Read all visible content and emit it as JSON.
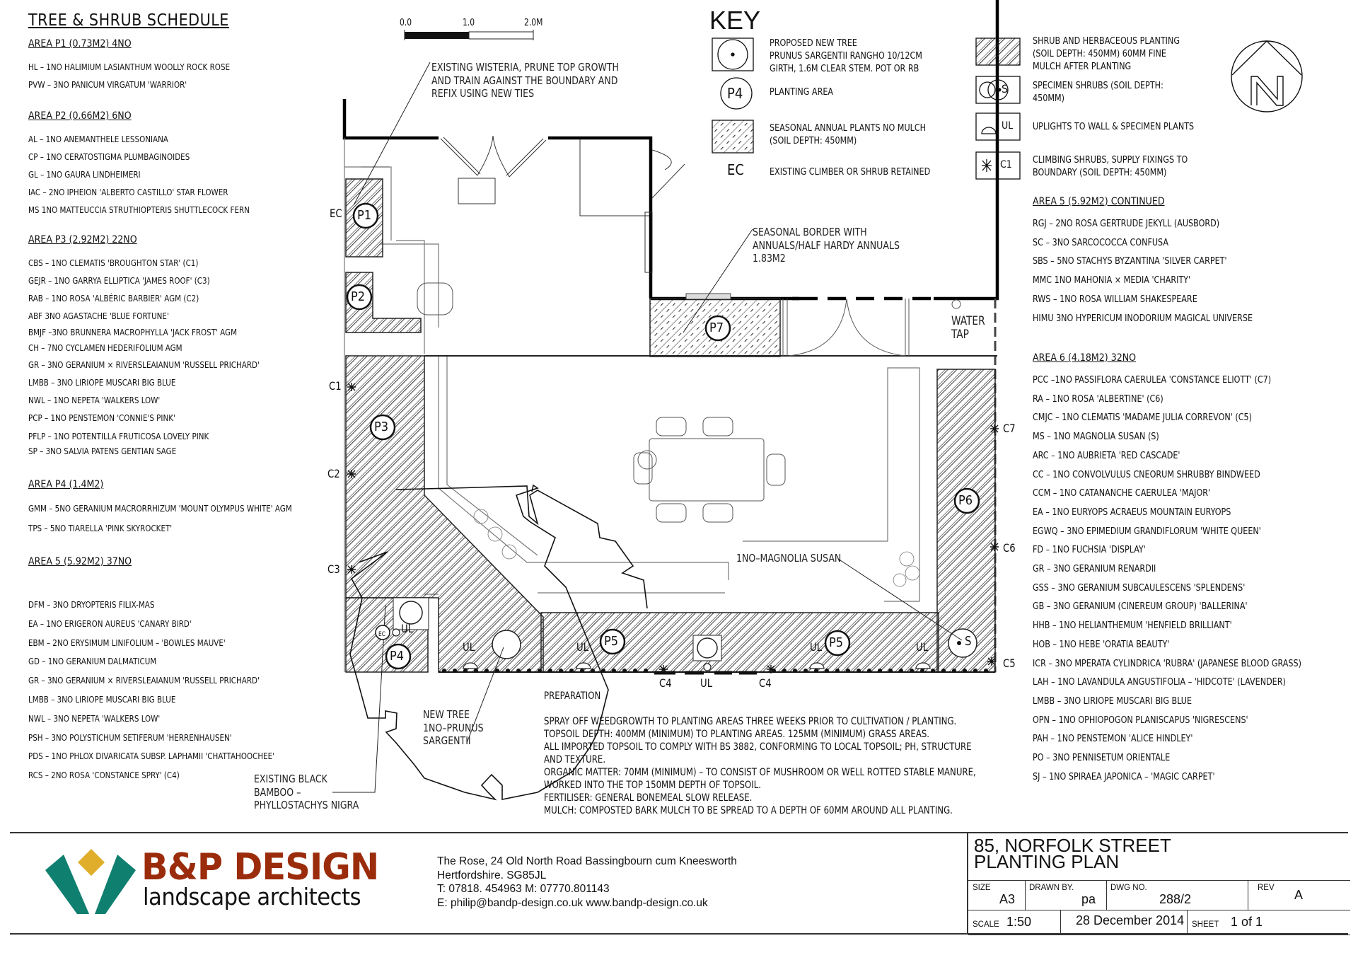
{
  "schedule": {
    "title": "TREE & SHRUB SCHEDULE",
    "left_groups": [
      {
        "heading": "AREA P1 (0.73M2) 4NO",
        "items": [
          "HL – 1NO HALIMIUM LASIANTHUM WOOLLY ROCK ROSE",
          "PVW – 3NO PANICUM VIRGATUM 'WARRIOR'"
        ]
      },
      {
        "heading": "AREA P2 (0.66M2) 6NO",
        "items": [
          "AL – 1NO ANEMANTHELE LESSONIANA",
          "CP – 1NO CERATOSTIGMA PLUMBAGINOIDES",
          "GL – 1NO GAURA LINDHEIMERI",
          "IAC – 2NO IPHEION 'ALBERTO CASTILLO' STAR FLOWER",
          "MS    1NO MATTEUCCIA STRUTHIOPTERIS SHUTTLECOCK FERN"
        ]
      },
      {
        "heading": "AREA P3 (2.92M2) 22NO",
        "items": [
          "CBS – 1NO CLEMATIS 'BROUGHTON STAR' (C1)",
          "GEJR – 1NO GARRYA ELLIPTICA 'JAMES ROOF' (C3)",
          "RAB – 1NO ROSA 'ALBÉRIC BARBIER' AGM (C2)",
          "ABF   3NO AGASTACHE 'BLUE FORTUNE'",
          "BMJF –3NO BRUNNERA MACROPHYLLA 'JACK FROST' AGM",
          "CH – 7NO CYCLAMEN HEDERIFOLIUM AGM",
          "GR – 3NO GERANIUM × RIVERSLEAIANUM 'RUSSELL PRICHARD'",
          "LMBB – 3NO LIRIOPE MUSCARI BIG BLUE",
          "NWL – 1NO NEPETA 'WALKERS LOW'",
          "PCP – 1NO PENSTEMON 'CONNIE'S PINK'",
          "PFLP – 1NO POTENTILLA FRUTICOSA LOVELY PINK",
          "SP – 3NO SALVIA PATENS GENTIAN SAGE"
        ]
      },
      {
        "heading": "AREA P4 (1.4M2)",
        "items": [
          "GMM – 5NO GERANIUM MACRORRHIZUM 'MOUNT OLYMPUS WHITE' AGM",
          "TPS – 5NO TIARELLA 'PINK SKYROCKET'"
        ]
      },
      {
        "heading": "AREA 5 (5.92M2) 37NO",
        "items": [
          "DFM – 3NO DRYOPTERIS FILIX-MAS",
          "EA – 1NO ERIGERON AUREUS 'CANARY BIRD'",
          "EBM – 2NO ERYSIMUM LINIFOLIUM – 'BOWLES MAUVE'",
          "GD – 1NO GERANIUM DALMATICUM",
          "GR – 3NO GERANIUM × RIVERSLEAIANUM 'RUSSELL PRICHARD'",
          "LMBB – 3NO LIRIOPE MUSCARI BIG BLUE",
          "NWL – 3NO NEPETA 'WALKERS LOW'",
          "PSH – 3NO POLYSTICHUM SETIFERUM 'HERRENHAUSEN'",
          "PDS – 1NO PHLOX DIVARICATA SUBSP. LAPHAMII 'CHATTAHOOCHEE'",
          "RCS – 2NO ROSA 'CONSTANCE SPRY' (C4)"
        ]
      }
    ],
    "right_groups": [
      {
        "heading": "AREA 5 (5.92M2) CONTINUED",
        "items": [
          "RGJ – 2NO ROSA GERTRUDE JEKYLL (AUSBORD)",
          "SC – 3NO SARCOCOCCA CONFUSA",
          "SBS – 5NO STACHYS BYZANTINA 'SILVER CARPET'",
          "MMC  1NO MAHONIA × MEDIA 'CHARITY'",
          "RWS – 1NO ROSA WILLIAM SHAKESPEARE",
          "HIMU 3NO HYPERICUM INODORIUM MAGICAL UNIVERSE"
        ]
      },
      {
        "heading": "AREA 6 (4.18M2) 32NO",
        "items": [
          "PCC –1NO PASSIFLORA CAERULEA 'CONSTANCE ELIOTT'   (C7)",
          "RA – 1NO ROSA 'ALBERTINE' (C6)",
          "CMJC – 1NO CLEMATIS 'MADAME JULIA CORREVON' (C5)",
          "MS – 1NO MAGNOLIA SUSAN (S)",
          "ARC – 1NO AUBRIETA 'RED CASCADE'",
          "CC – 1NO CONVOLVULUS CNEORUM SHRUBBY BINDWEED",
          "CCM – 1NO CATANANCHE CAERULEA 'MAJOR'",
          "EA – 1NO EURYOPS ACRAEUS MOUNTAIN EURYOPS",
          "EGWQ – 3NO EPIMEDIUM GRANDIFLORUM 'WHITE QUEEN'",
          "FD – 1NO FUCHSIA 'DISPLAY'",
          "GR – 3NO GERANIUM RENARDII",
          "GSS – 3NO GERANIUM SUBCAULESCENS 'SPLENDENS'",
          "GB – 3NO GERANIUM (CINEREUM GROUP) 'BALLERINA'",
          "HHB – 1NO HELIANTHEMUM 'HENFIELD BRILLIANT'",
          "HOB – 1NO HEBE 'ORATIA BEAUTY'",
          "ICR  – 3NO MPERATA CYLINDRICA 'RUBRA' (JAPANESE BLOOD GRASS)",
          "LAH – 1NO LAVANDULA ANGUSTIFOLIA – 'HIDCOTE' (LAVENDER)",
          "LMBB – 3NO LIRIOPE MUSCARI BIG BLUE",
          "OPN – 1NO OPHIOPOGON PLANISCAPUS 'NIGRESCENS'",
          "PAH – 1NO PENSTEMON 'ALICE HINDLEY'",
          "PO – 3NO PENNISETUM ORIENTALE",
          "SJ – 1NO SPIRAEA JAPONICA – 'MAGIC CARPET'"
        ]
      }
    ]
  },
  "scale_bar": {
    "ticks": [
      "0.0",
      "1.0",
      "2.0M"
    ]
  },
  "key": {
    "title": "KEY",
    "entries": [
      {
        "symbol": "tree-icon",
        "text": [
          "PROPOSED NEW TREE",
          "PRUNUS SARGENTII RANGHO 10/12CM",
          "GIRTH, 1.6M CLEAR STEM. POT OR RB"
        ]
      },
      {
        "symbol": "planting-area-icon",
        "symbol_label": "P4",
        "text": [
          "PLANTING AREA"
        ]
      },
      {
        "symbol": "seasonal-hatch-icon",
        "text": [
          "SEASONAL ANNUAL PLANTS NO MULCH",
          "(SOIL DEPTH: 450MM)"
        ]
      },
      {
        "symbol": "existing-climber-icon",
        "symbol_label": "EC",
        "text": [
          "EXISTING CLIMBER   OR SHRUB RETAINED"
        ]
      },
      {
        "symbol": "shrub-hatch-icon",
        "text": [
          "SHRUB AND HERBACEOUS PLANTING",
          "(SOIL DEPTH: 450MM) 60MM FINE",
          "MULCH AFTER PLANTING"
        ]
      },
      {
        "symbol": "specimen-shrub-icon",
        "symbol_label": "S",
        "text": [
          "SPECIMEN SHRUBS (SOIL DEPTH:",
          "450MM)"
        ]
      },
      {
        "symbol": "uplight-icon",
        "symbol_label": "UL",
        "text": [
          "UPLIGHTS TO WALL & SPECIMEN PLANTS"
        ]
      },
      {
        "symbol": "climber-icon",
        "symbol_label": "C1",
        "text": [
          "CLIMBING SHRUBS, SUPPLY FIXINGS TO",
          "BOUNDARY (SOIL DEPTH: 450MM)"
        ]
      }
    ]
  },
  "north_arrow": {
    "label": "N"
  },
  "plan": {
    "areas": [
      "P1",
      "P2",
      "P3",
      "P4",
      "P5",
      "P5",
      "P6",
      "P7"
    ],
    "climbers": [
      "C1",
      "C2",
      "C3",
      "C4",
      "C4",
      "C5",
      "C6",
      "C7"
    ],
    "existing_climber": "EC",
    "uplights": [
      "UL",
      "UL",
      "UL",
      "UL",
      "UL",
      "UL"
    ],
    "specimen": "S",
    "notes": {
      "wisteria": [
        "EXISTING WISTERIA, PRUNE TOP GROWTH",
        "AND TRAIN AGAINST THE BOUNDARY AND",
        "REFIX USING NEW TIES"
      ],
      "seasonal": [
        "SEASONAL BORDER WITH",
        "ANNUALS/HALF HARDY ANNUALS",
        "1.83M2"
      ],
      "water_tap": [
        "WATER",
        "TAP"
      ],
      "magnolia": "1NO–MAGNOLIA SUSAN",
      "new_tree": [
        "NEW TREE",
        "1NO–PRUNUS",
        "SARGENTII"
      ],
      "bamboo": [
        "EXISTING BLACK",
        "BAMBOO –",
        "PHYLLOSTACHYS NIGRA"
      ]
    }
  },
  "preparation": {
    "heading": "PREPARATION",
    "lines": [
      "SPRAY OFF WEEDGROWTH TO PLANTING AREAS THREE WEEKS PRIOR TO CULTIVATION / PLANTING.",
      "TOPSOIL DEPTH: 400MM (MINIMUM) TO PLANTING AREAS. 125MM (MINIMUM) GRASS AREAS.",
      "ALL IMPORTED TOPSOIL TO COMPLY WITH BS 3882, CONFORMING TO LOCAL TOPSOIL; PH, STRUCTURE",
      "AND TEXTURE.",
      "ORGANIC MATTER: 70MM (MINIMUM) – TO CONSIST OF MUSHROOM OR WELL ROTTED STABLE MANURE,",
      "WORKED INTO THE TOP 150MM DEPTH OF TOPSOIL.",
      "FERTILISER: GENERAL BONEMEAL SLOW RELEASE.",
      "MULCH: COMPOSTED BARK MULCH TO BE SPREAD TO A DEPTH OF 60MM AROUND ALL PLANTING."
    ]
  },
  "company": {
    "name": "B&P DESIGN",
    "tagline": "landscape architects",
    "colors": {
      "teal": "#0f7f70",
      "gold": "#e0ae2a",
      "brand_red": "#9b2c0b"
    },
    "address": [
      "The Rose, 24 Old North Road Bassingbourn cum Kneesworth",
      "Hertfordshire. SG85JL",
      "T: 07818. 454963 M: 07770.801143",
      "E: philip@bandp-design.co.uk  www.bandp-design.co.uk"
    ]
  },
  "title_block": {
    "project": "85, NORFOLK STREET",
    "drawing": "PLANTING PLAN",
    "size_label": "SIZE",
    "size": "A3",
    "drawn_label": "DRAWN BY.",
    "drawn": "pa",
    "dwg_label": "DWG NO.",
    "dwg": "288/2",
    "rev_label": "REV",
    "rev": "A",
    "scale_label": "SCALE",
    "scale": "1:50",
    "date": "28 December 2014",
    "sheet_label": "SHEET",
    "sheet": "1 of 1"
  }
}
